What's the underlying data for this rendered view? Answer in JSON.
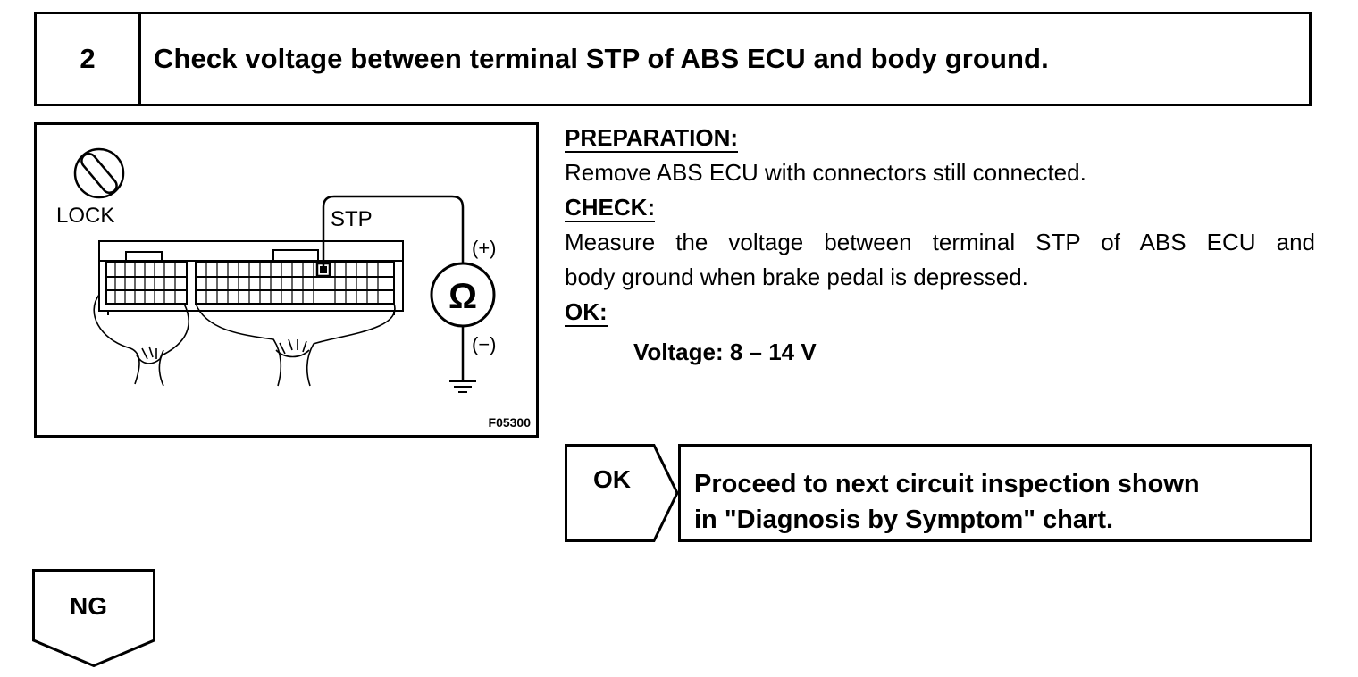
{
  "step": {
    "number": "2",
    "title": "Check voltage between terminal STP of ABS ECU and body ground."
  },
  "figure": {
    "lock_label": "LOCK",
    "terminal_label": "STP",
    "plus_label": "(+)",
    "minus_label": "(−)",
    "meter_symbol": "Ω",
    "figure_code": "F05300",
    "icons": [
      "lock-icon",
      "ohmmeter-icon",
      "ground-icon",
      "connector-illustration"
    ]
  },
  "info": {
    "preparation_heading": "PREPARATION:",
    "preparation_text": "Remove ABS ECU with connectors still connected.",
    "check_heading": "CHECK:",
    "check_text_line1": "Measure the voltage between terminal STP of ABS ECU and",
    "check_text_line2": "body ground when brake pedal is depressed.",
    "ok_heading": "OK:",
    "ok_spec": "Voltage: 8 – 14 V"
  },
  "result_ok": {
    "label": "OK",
    "text_line1": "Proceed to next circuit inspection shown",
    "text_line2": "in \"Diagnosis by Symptom\" chart."
  },
  "result_ng": {
    "label": "NG"
  }
}
